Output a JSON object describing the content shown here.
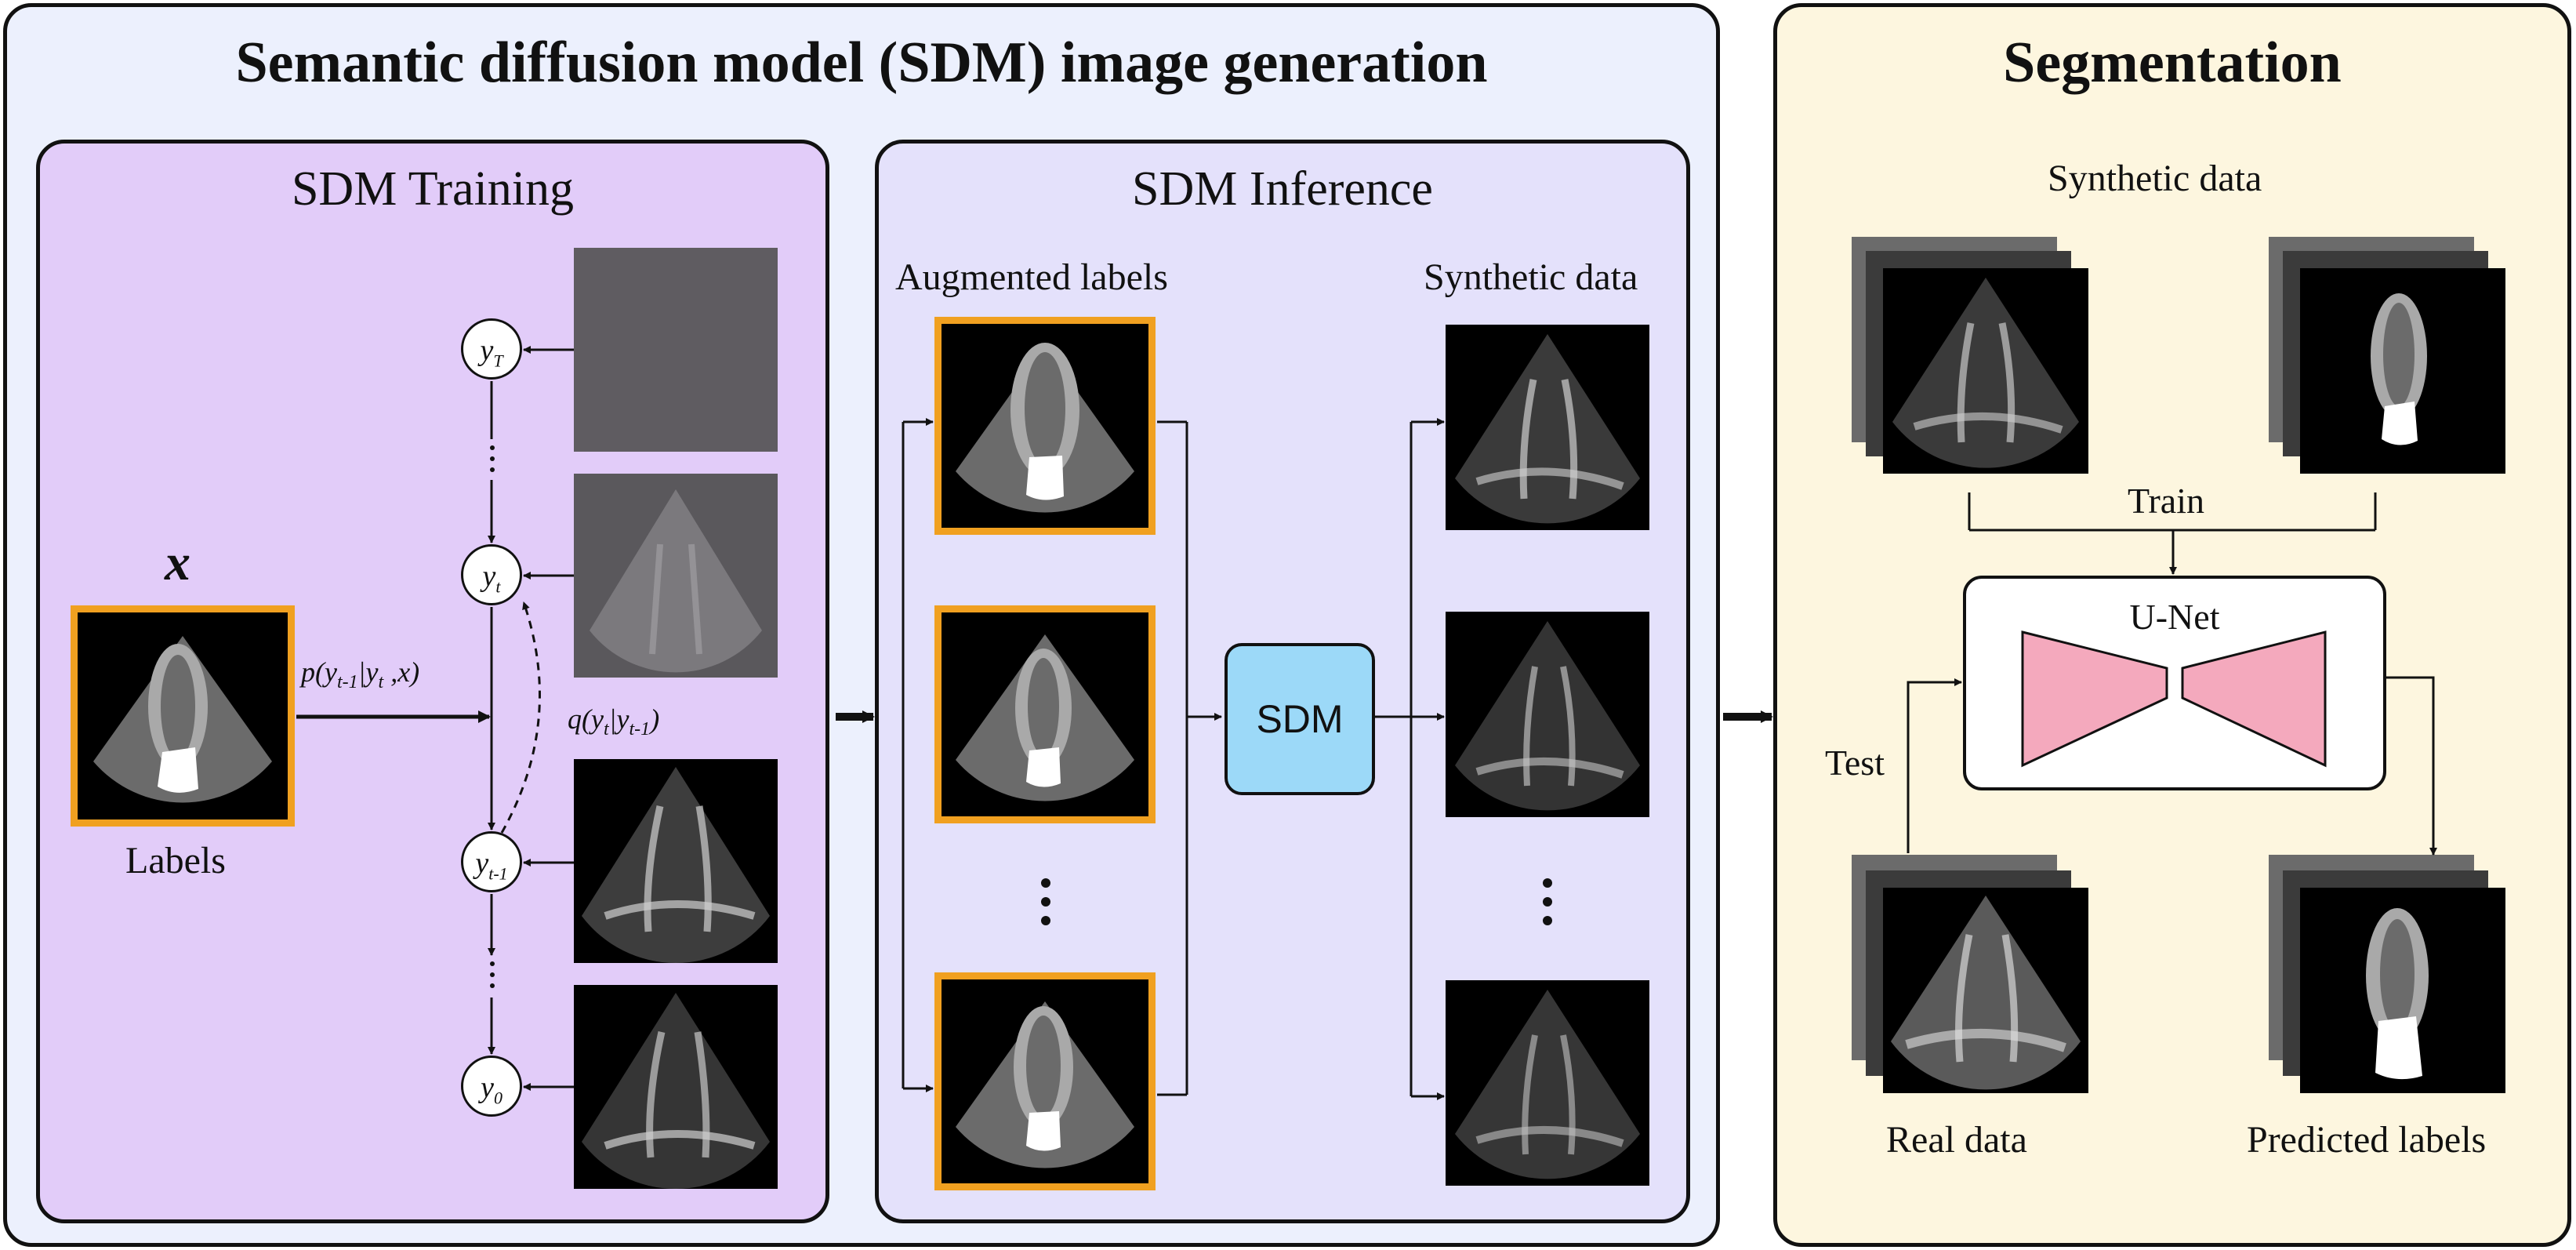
{
  "left_panel": {
    "title": "Semantic diffusion model (SDM) image generation"
  },
  "right_panel": {
    "title": "Segmentation"
  },
  "training": {
    "title": "SDM Training",
    "x_symbol": "x",
    "labels_caption": "Labels",
    "reverse_process": "p(y",
    "forward_process": "q(y"
  },
  "nodes": {
    "y_T": {
      "base": "y",
      "sub": "T"
    },
    "y_t": {
      "base": "y",
      "sub": "t"
    },
    "y_t_minus_1": {
      "base": "y",
      "sub": "t-1"
    },
    "y_0": {
      "base": "y",
      "sub": "0"
    }
  },
  "inference": {
    "title": "SDM Inference",
    "augmented_labels": "Augmented labels",
    "synthetic_data": "Synthetic data",
    "sdm_block": "SDM"
  },
  "segmentation": {
    "synthetic_data": "Synthetic data",
    "train_label": "Train",
    "unet_label": "U-Net",
    "test_label": "Test",
    "real_data": "Real data",
    "predicted_labels": "Predicted labels"
  },
  "colors": {
    "left_bg": "#ecf0fd",
    "training_bg": "#e2ccf9",
    "inference_bg": "#e4e1fb",
    "right_bg": "#fdf6df",
    "label_border": "#f0a020",
    "sdm_block": "#9cd9f8",
    "unet_wings": "#f4a9bd"
  }
}
